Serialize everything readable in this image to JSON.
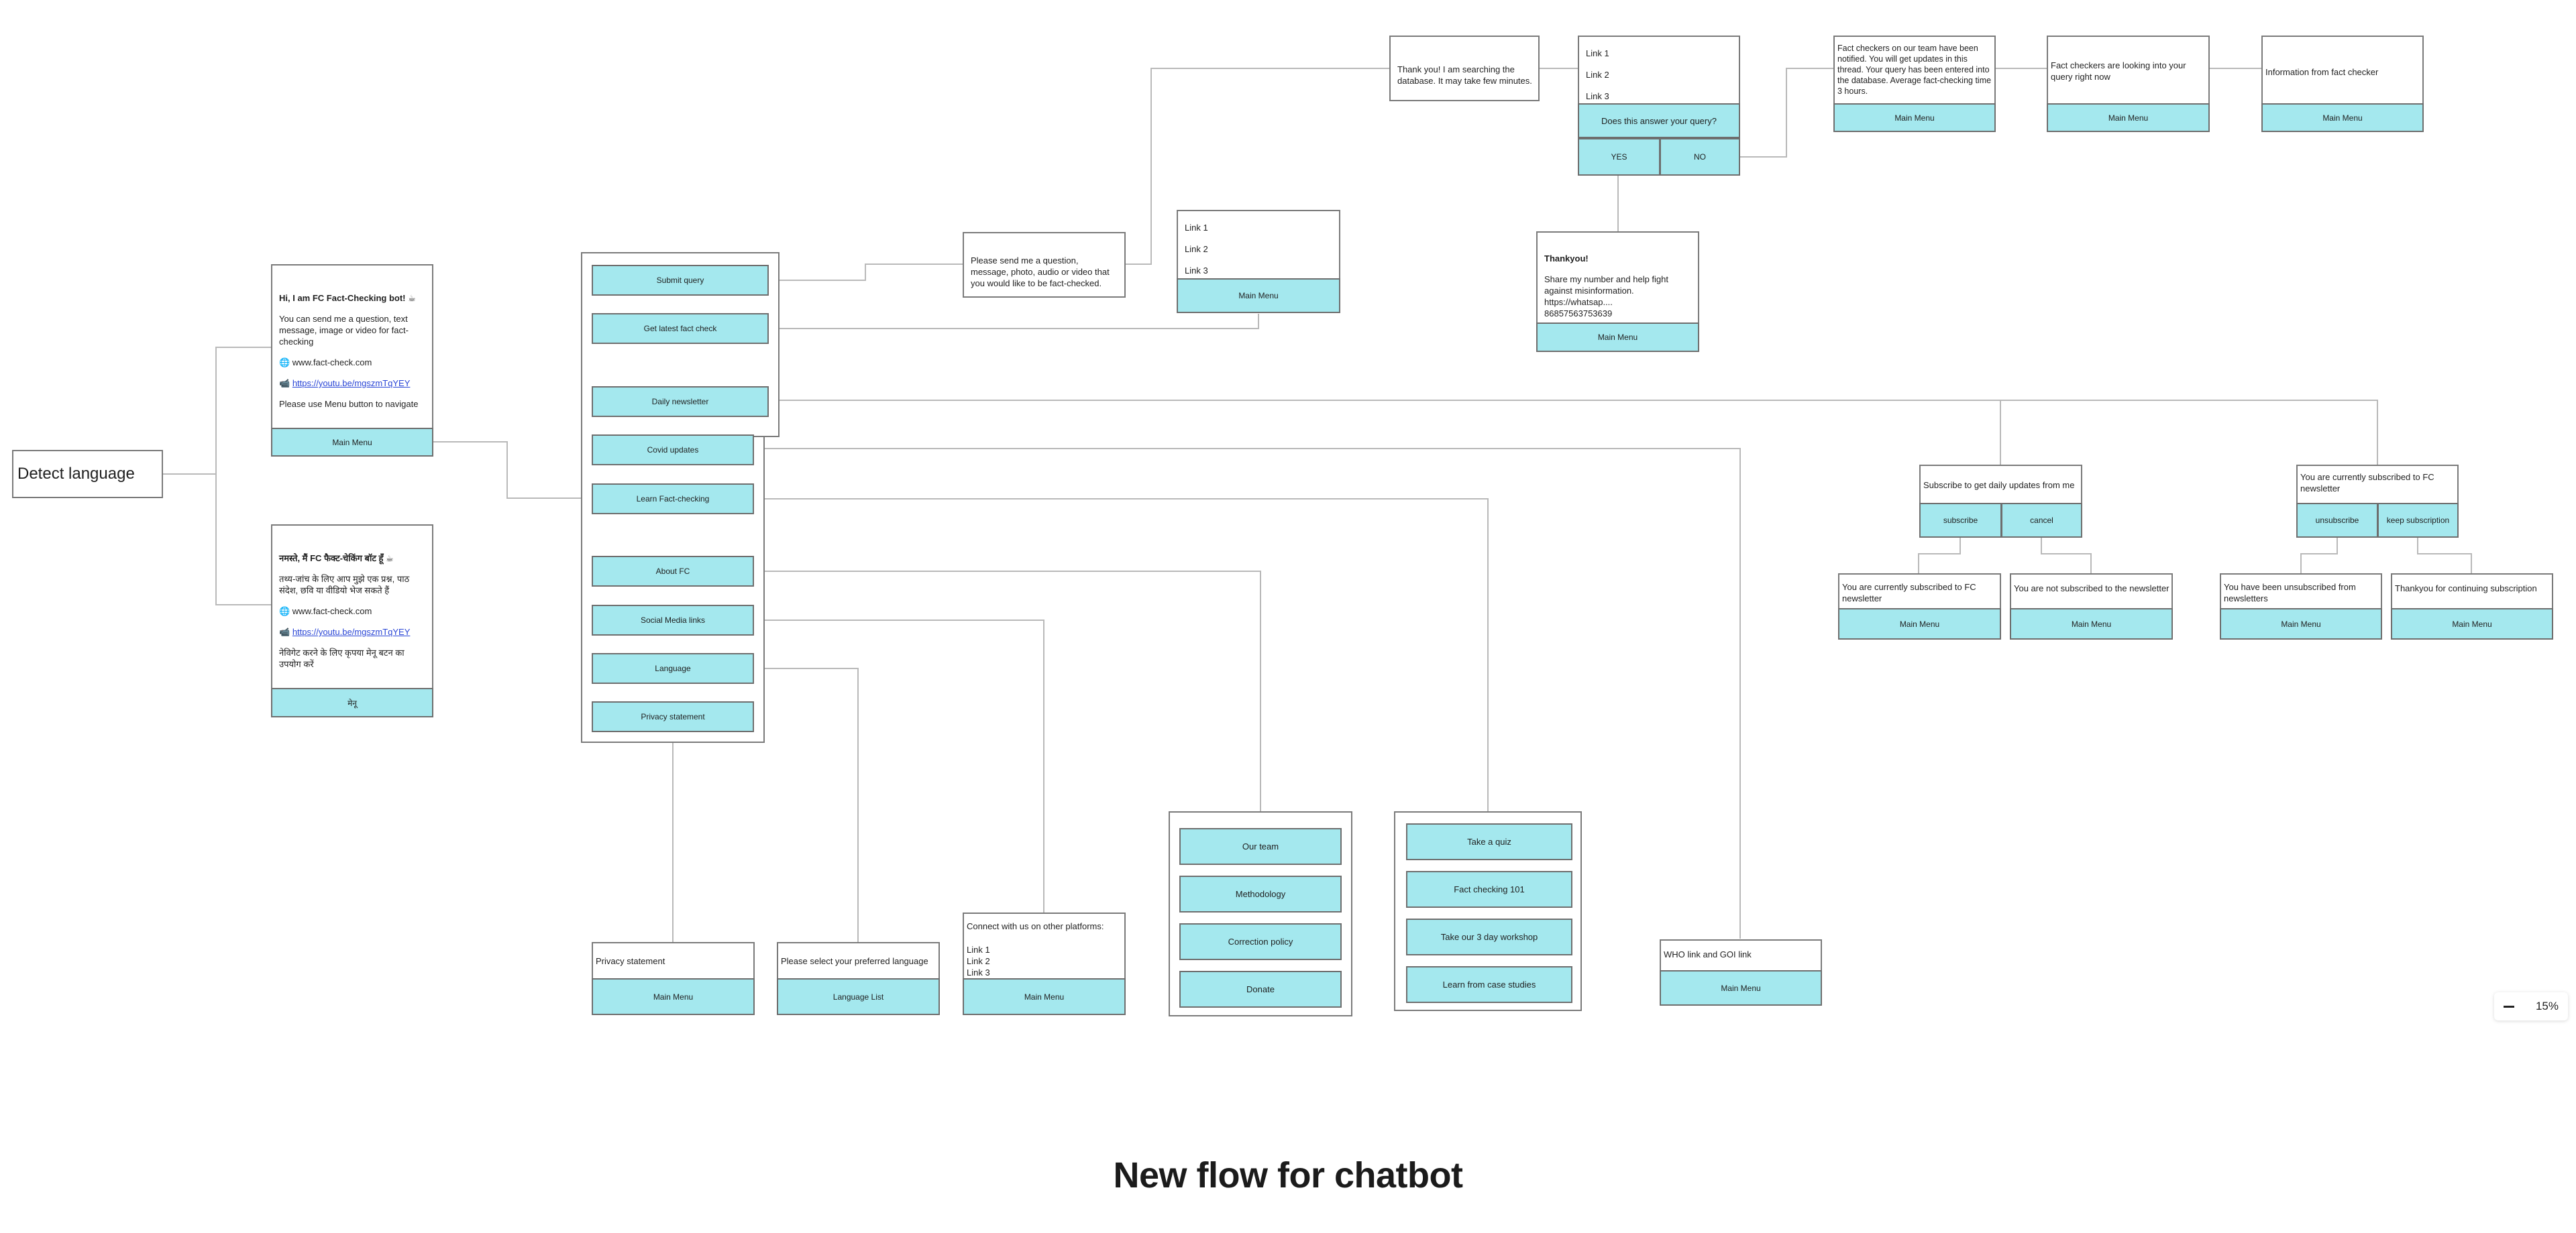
{
  "detect_language": "Detect language",
  "welcome_en": {
    "heading": "Hi, I am FC Fact-Checking bot! ☕",
    "intro": "You can send me a question, text message, image or video for fact-checking",
    "site": "🌐 www.fact-check.com",
    "video_prefix": "📹",
    "video_link": "https://youtu.be/mgszmTqYEY",
    "hint": "Please use Menu button to navigate",
    "menu_button": "Main Menu"
  },
  "welcome_hi": {
    "heading": "नमस्ते, मैं FC फैक्ट-चेकिंग बॉट हूँ ☕",
    "intro": "तथ्य-जांच के लिए आप मुझे एक प्रश्न, पाठ संदेश, छवि या वीडियो भेज सकते हैं",
    "site": "🌐 www.fact-check.com",
    "video_prefix": "📹",
    "video_link": "https://youtu.be/mgszmTqYEY",
    "hint": "नेविगेट करने के लिए कृपया मेनू बटन का उपयोग करें",
    "menu_button": "मेनू"
  },
  "main_menu": {
    "items": [
      "Submit query",
      "Get latest fact check",
      "Daily newsletter",
      "Covid updates",
      "Learn Fact-checking",
      "About FC",
      "Social Media links",
      "Language",
      "Privacy statement"
    ]
  },
  "submit_prompt": "Please send me a question, message, photo, audio or video that you would like to be fact-checked.",
  "latest_links": {
    "links": [
      "Link 1",
      "Link 2",
      "Link 3"
    ],
    "button": "Main Menu"
  },
  "searching": "Thank you! I am searching the database. It may take few minutes.",
  "answer": {
    "links": [
      "Link 1",
      "Link 2",
      "Link 3"
    ],
    "question": "Does this answer your query?",
    "yes": "YES",
    "no": "NO"
  },
  "thankyou": {
    "heading": "Thankyou!",
    "body": "Share my number and help fight against misinformation.",
    "link": "https://whatsap....",
    "number": "86857563753639",
    "button": "Main Menu"
  },
  "fc_notified": {
    "text": "Fact checkers on our team have been notified. You will get updates in this thread. Your query has been entered into the database. Average fact-checking time 3 hours.",
    "button": "Main Menu"
  },
  "fc_looking": {
    "text": "Fact checkers are looking into your query right now",
    "button": "Main Menu"
  },
  "fc_info": {
    "text": "Information from fact checker",
    "button": "Main Menu"
  },
  "subscribe": {
    "text": "Subscribe to get daily updates from me",
    "subscribe": "subscribe",
    "cancel": "cancel"
  },
  "subscribed_result": {
    "text": "You are currently subscribed to FC newsletter",
    "button": "Main Menu"
  },
  "not_subscribed": {
    "text": "You are not subscribed to the newsletter",
    "button": "Main Menu"
  },
  "current_sub": {
    "text": "You are currently subscribed to FC newsletter",
    "unsubscribe": "unsubscribe",
    "keep": "keep subscription"
  },
  "unsubscribed": {
    "text": "You have been unsubscribed from newsletters",
    "button": "Main Menu"
  },
  "thanks_continuing": {
    "text": "Thankyou for continuing subscription",
    "button": "Main Menu"
  },
  "privacy": {
    "text": "Privacy statement",
    "button": "Main Menu"
  },
  "language": {
    "text": "Please select your preferred language",
    "button": "Language List"
  },
  "social": {
    "heading": "Connect with us on other platforms:",
    "links": [
      "Link 1",
      "Link 2",
      "Link 3"
    ],
    "button": "Main Menu"
  },
  "about": {
    "items": [
      "Our team",
      "Methodology",
      "Correction policy",
      "Donate"
    ]
  },
  "learn": {
    "items": [
      "Take a quiz",
      "Fact checking 101",
      "Take our 3 day workshop",
      "Learn from case studies"
    ]
  },
  "covid": {
    "text": "WHO link and GOI link",
    "button": "Main Menu"
  },
  "footer_title": "New flow for chatbot",
  "zoom": "15%"
}
